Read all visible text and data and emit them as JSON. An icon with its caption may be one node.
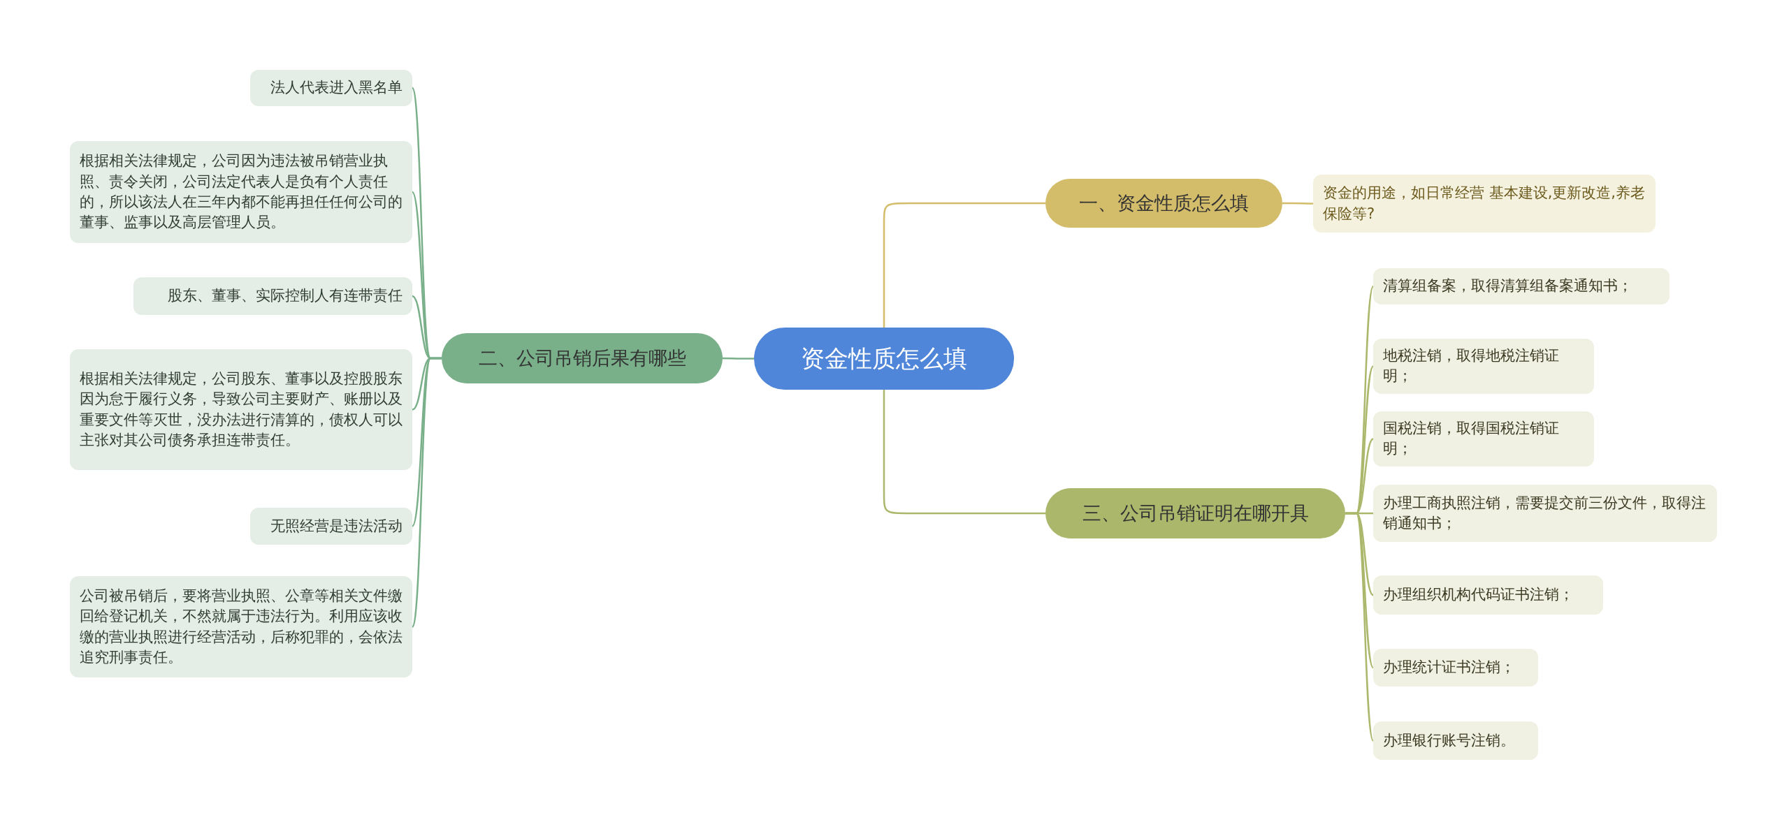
{
  "diagram": {
    "nodes": [
      {
        "text": [
          "资金性质怎么填"
        ]
      },
      {
        "text": [
          "一、资金性质怎么填"
        ]
      },
      {
        "text": [
          "资金的用途，如日常经营 基本建设,更新改造,养老保险等?"
        ]
      },
      {
        "text": [
          "二、公司吊销后果有哪些"
        ]
      },
      {
        "text": [
          "法人代表进入黑名单"
        ]
      },
      {
        "text": [
          "根据相关法律规定，公司因为违法被吊销营业执照、责令关闭，公司法定代表人是负有个人责任的，所以该法人在三年内都不能再担任任何公司的董事、监事以及高层管理人员。"
        ]
      },
      {
        "text": [
          "股东、董事、实际控制人有连带责任"
        ]
      },
      {
        "text": [
          "根据相关法律规定，公司股东、董事以及控股股东因为怠于履行义务，导致公司主要财产、账册以及重要文件等灭世，没办法进行清算的，债权人可以主张对其公司债务承担连带责任。"
        ]
      },
      {
        "text": [
          "无照经营是违法活动"
        ]
      },
      {
        "text": [
          "公司被吊销后，要将营业执照、公章等相关文件缴回给登记机关，不然就属于违法行为。利用应该收缴的营业执照进行经营活动，后称犯罪的，会依法追究刑事责任。"
        ]
      },
      {
        "text": [
          "三、公司吊销证明在哪开具"
        ]
      },
      {
        "text": [
          "清算组备案，取得清算组备案通知书；"
        ]
      },
      {
        "text": [
          "地税注销，取得地税注销证明；"
        ]
      },
      {
        "text": [
          "国税注销，取得国税注销证明；"
        ]
      },
      {
        "text": [
          "办理工商执照注销，需要提交前三份文件，取得注销通知书；"
        ]
      },
      {
        "text": [
          "办理组织机构代码证书注销；"
        ]
      },
      {
        "text": [
          "办理统计证书注销；"
        ]
      },
      {
        "text": [
          "办理银行账号注销。"
        ]
      }
    ],
    "edges": [
      {
        "from": 0,
        "to": 1,
        "arrow": "none",
        "color": "#d4bd6a"
      },
      {
        "from": 1,
        "to": 2,
        "arrow": "none",
        "color": "#d4bd6a"
      },
      {
        "from": 0,
        "to": 3,
        "arrow": "none",
        "color": "#79b08a"
      },
      {
        "from": 3,
        "to": 4,
        "arrow": "none",
        "color": "#79b08a"
      },
      {
        "from": 3,
        "to": 5,
        "arrow": "none",
        "color": "#79b08a"
      },
      {
        "from": 3,
        "to": 6,
        "arrow": "none",
        "color": "#79b08a"
      },
      {
        "from": 3,
        "to": 7,
        "arrow": "none",
        "color": "#79b08a"
      },
      {
        "from": 3,
        "to": 8,
        "arrow": "none",
        "color": "#79b08a"
      },
      {
        "from": 3,
        "to": 9,
        "arrow": "none",
        "color": "#79b08a"
      },
      {
        "from": 0,
        "to": 10,
        "arrow": "none"
      },
      {
        "from": 10,
        "to": 11,
        "arrow": "none"
      },
      {
        "from": 10,
        "to": 12,
        "arrow": "none"
      },
      {
        "from": 10,
        "to": 13,
        "arrow": "none"
      },
      {
        "from": 10,
        "to": 14,
        "arrow": "none"
      },
      {
        "from": 10,
        "to": 15,
        "arrow": "none"
      },
      {
        "from": 10,
        "to": 16,
        "arrow": "none"
      },
      {
        "from": 10,
        "to": 17,
        "arrow": "none"
      }
    ]
  }
}
